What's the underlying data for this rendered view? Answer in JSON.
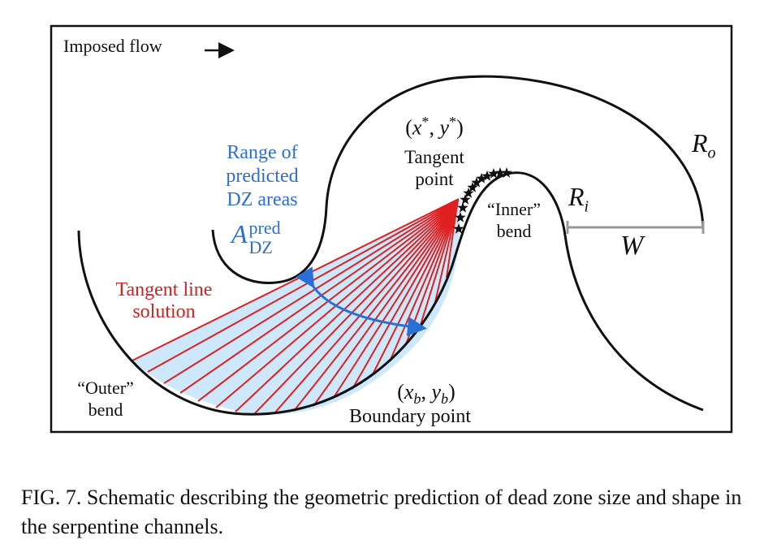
{
  "figure": {
    "imposed_flow": "Imposed flow",
    "range_label": [
      "Range of",
      "predicted",
      "DZ areas"
    ],
    "area_symbol": "A",
    "area_sup": "pred",
    "area_sub": "DZ",
    "tangent_point_coord": "(x*, y*)",
    "tangent_point_label": [
      "Tangent",
      "point"
    ],
    "tangent_line_label": [
      "Tangent line",
      "solution"
    ],
    "inner_bend": [
      "“Inner”",
      "bend"
    ],
    "outer_bend": [
      "“Outer”",
      "bend"
    ],
    "boundary_coord": "(x_b, y_b)",
    "boundary_label": "Boundary point",
    "ri_label": "R_i",
    "ro_label": "R_o",
    "w_label": "W",
    "colors": {
      "range_label": "#2a6fd6",
      "tangent_label": "#d42020",
      "fan_fill": "#cde8fb",
      "fan_lines": "#e02020",
      "arrow": "#2a6fd6",
      "width_bar": "#999999"
    }
  },
  "caption": {
    "label": "FIG. 7.",
    "text": "Schematic describing the geometric prediction of dead zone size and shape in the serpentine channels."
  }
}
